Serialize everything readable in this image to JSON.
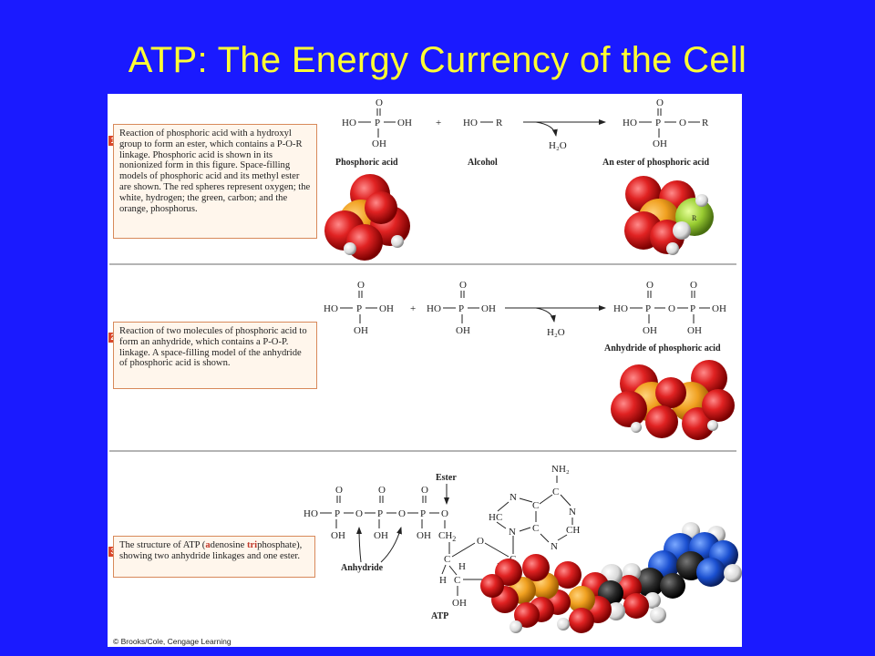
{
  "slide": {
    "title": "ATP:  The Energy Currency of the Cell",
    "copyright": "© Brooks/Cole, Cengage Learning"
  },
  "section1": {
    "number": "1",
    "caption": "Reaction of phosphoric acid with a hydroxyl group to form an ester, which contains a P-O-R linkage. Phosphoric acid is shown in its nonionized form in this figure. Space-filling models of phosphoric acid and its methyl ester are shown. The red spheres represent oxygen; the white, hydrogen; the green, carbon; and the orange, phosphorus.",
    "label_reactant1": "Phosphoric acid",
    "label_reactant2": "Alcohol",
    "label_product": "An ester of phosphoric acid",
    "byproduct": "H₂O",
    "plus": "+"
  },
  "section2": {
    "number": "2",
    "caption": "Reaction of two molecules of phosphoric acid to form an anhydride, which contains a P-O-P. linkage. A space-filling model of the anhydride of phosphoric acid is shown.",
    "label_product": "Anhydride of phosphoric acid",
    "byproduct": "H₂O",
    "plus": "+"
  },
  "section3": {
    "number": "3",
    "caption_parts": [
      "The structure of ATP (",
      "a",
      "denosine ",
      "tri",
      "phosphate), showing two anhydride linkages and one ester."
    ],
    "label_ester": "Ester",
    "label_anhydride": "Anhydride",
    "label_atp": "ATP",
    "nh2": "NH₂"
  },
  "colors": {
    "background": "#1a1aff",
    "title": "#ffff33",
    "oxygen": "#d42020",
    "phosphorus": "#f0a020",
    "carbon_R": "#9acd32",
    "nitrogen": "#1a4fd0",
    "carbon": "#222222"
  }
}
